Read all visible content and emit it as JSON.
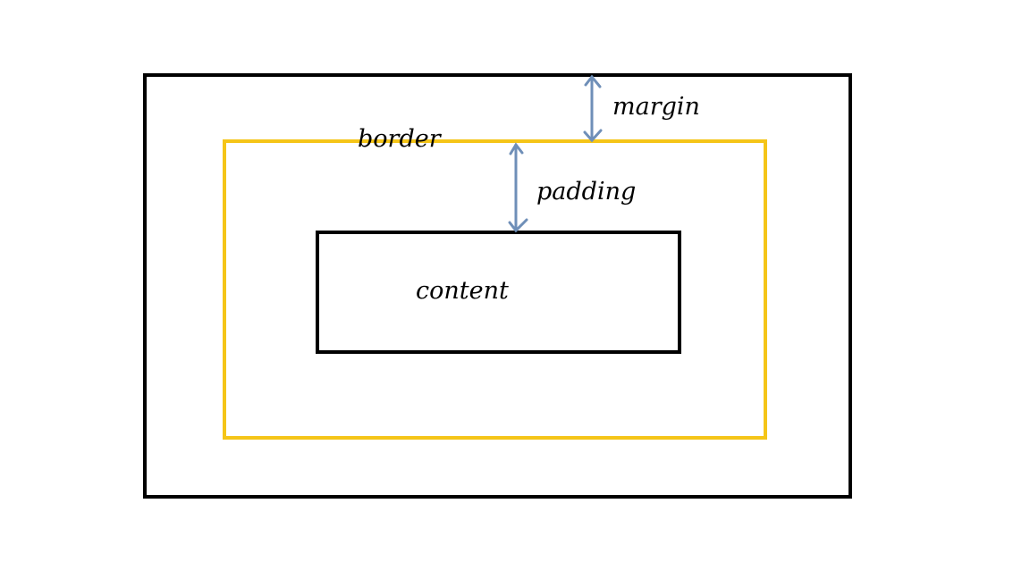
{
  "diagram": {
    "labels": {
      "margin": "margin",
      "border": "border",
      "padding": "padding",
      "content": "content"
    },
    "colors": {
      "outer_box": "#000000",
      "border_box": "#f5c518",
      "content_box": "#000000",
      "arrow": "#6f8fb8",
      "text": "#000000"
    }
  }
}
